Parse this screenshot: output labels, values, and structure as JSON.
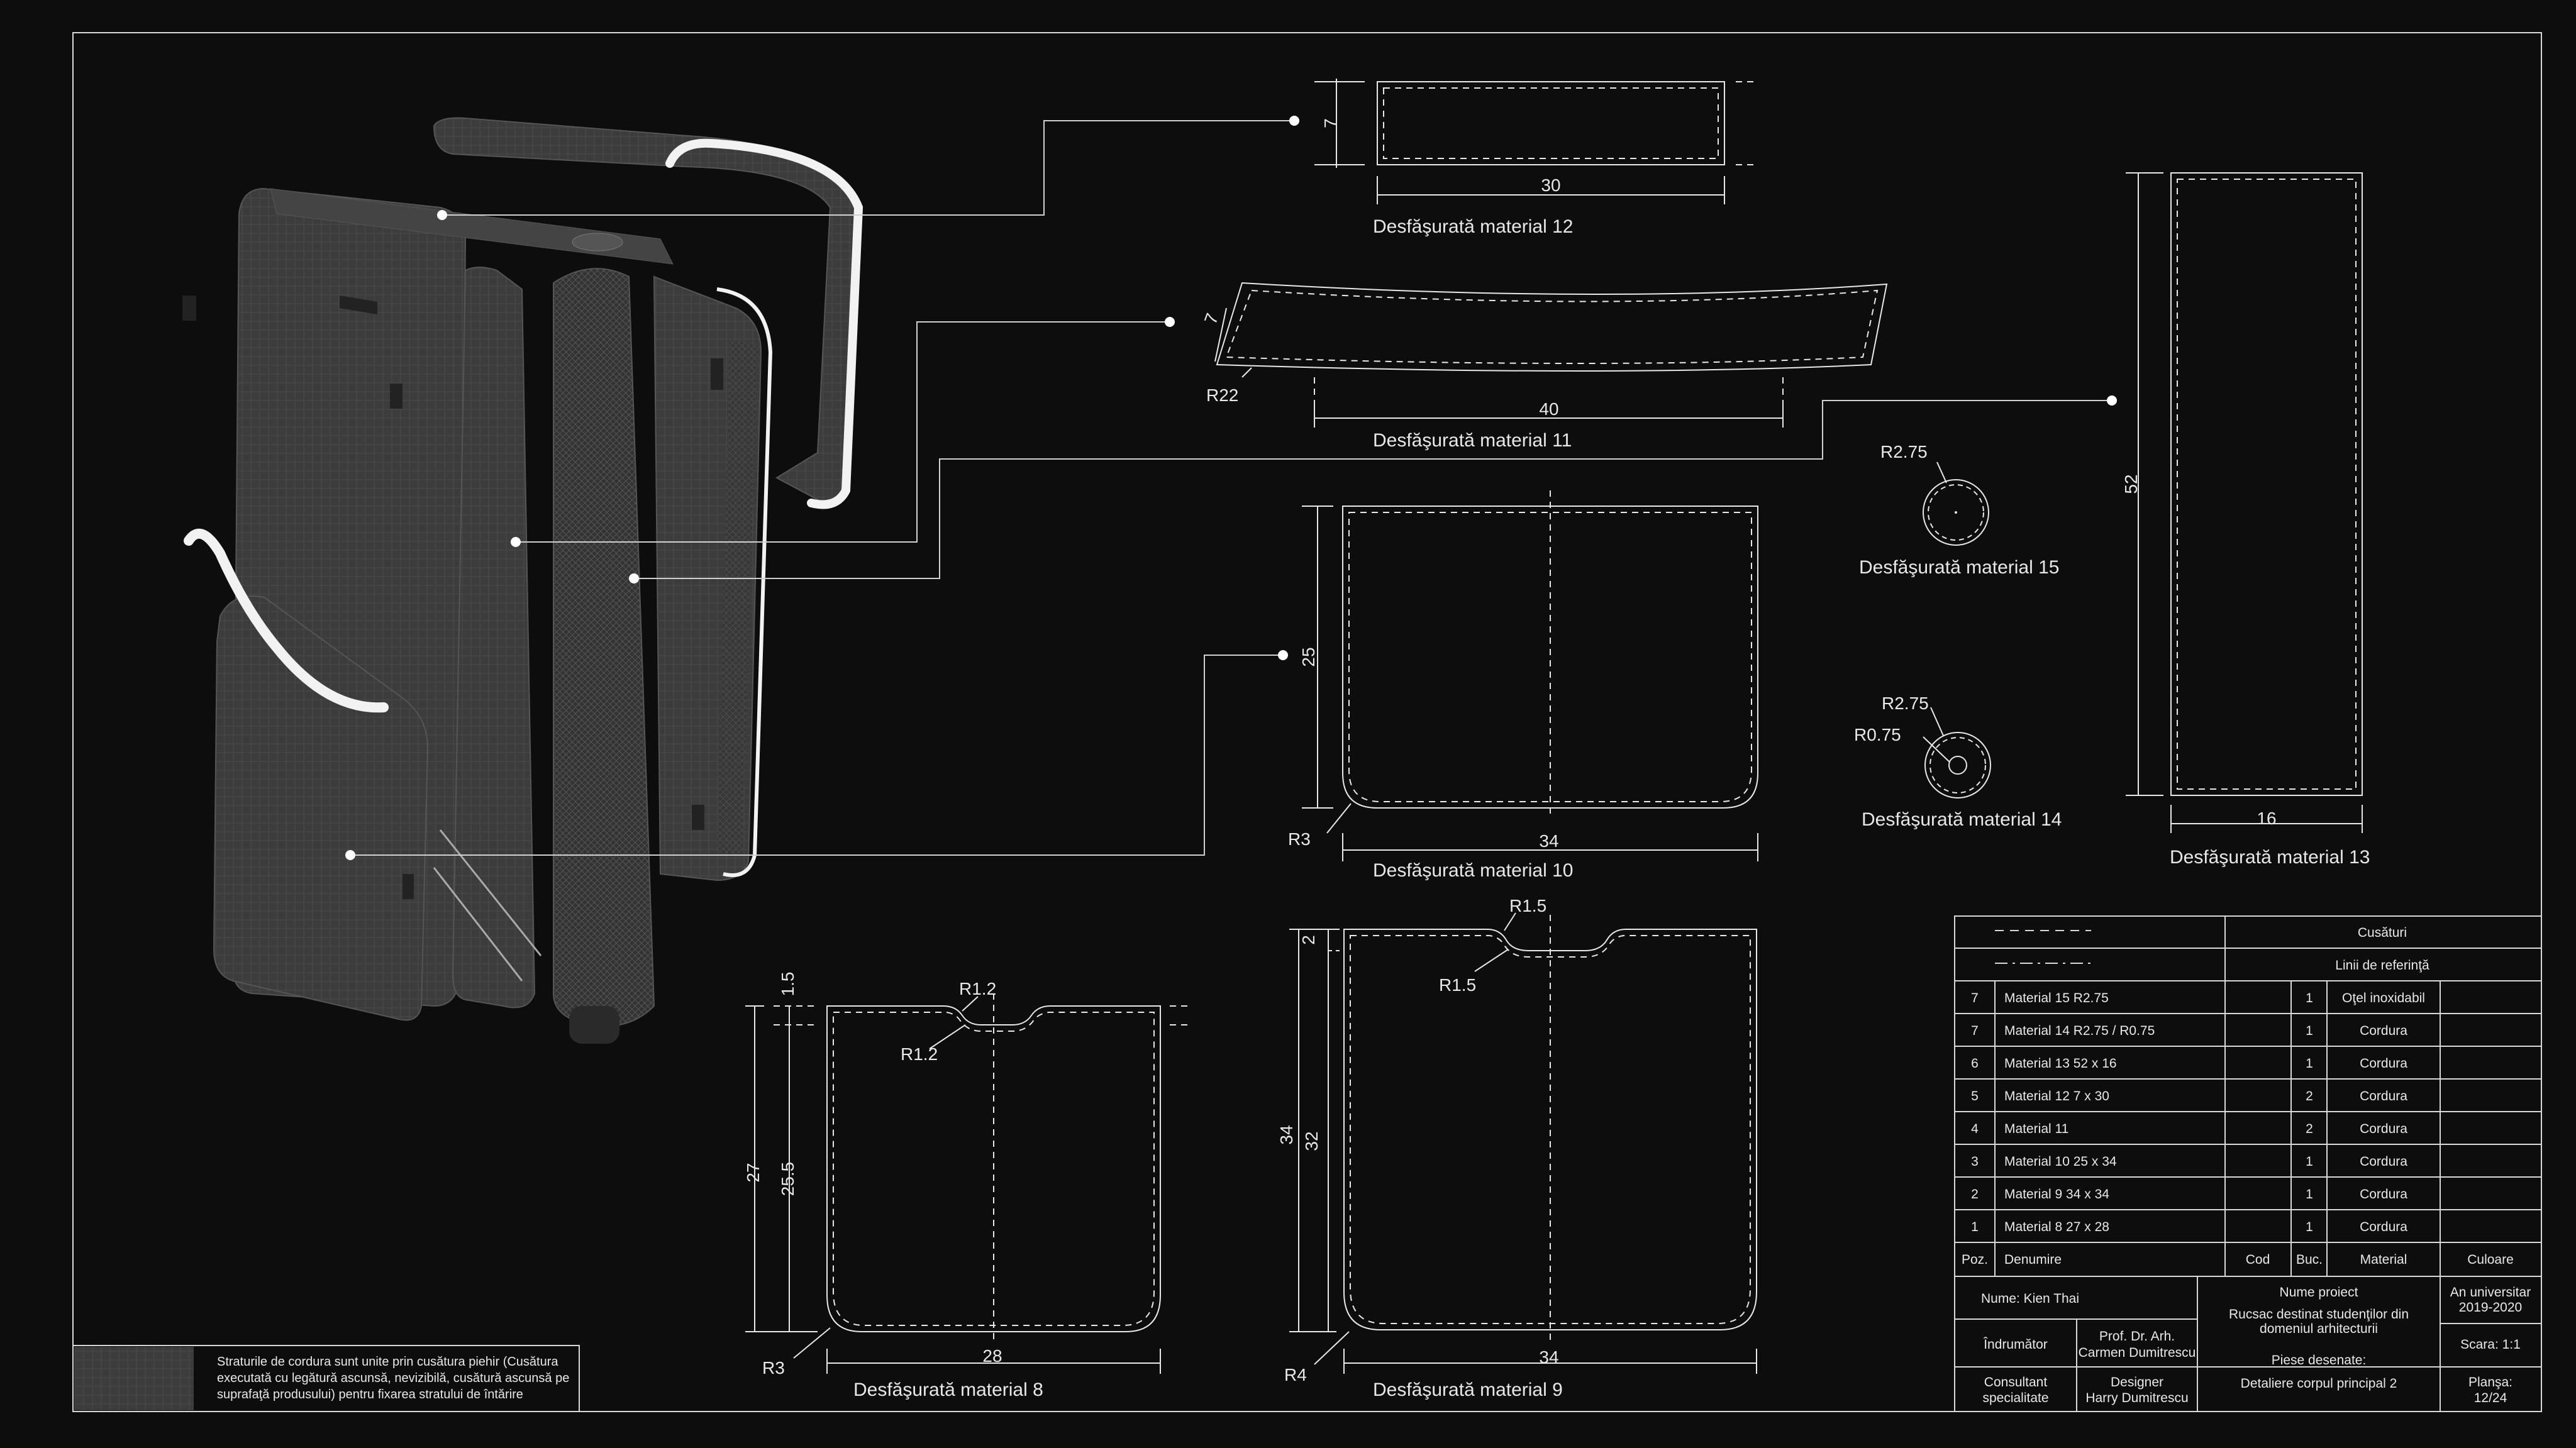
{
  "colors": {
    "background": "#0d0d0d",
    "line": "#e8e8e8",
    "model": "#3a3a3a",
    "accent": "#ffffff"
  },
  "pieces": {
    "m12": {
      "title": "Desfăşurată material 12",
      "w": "30",
      "h": "7"
    },
    "m11": {
      "title": "Desfăşurată material 11",
      "w": "40",
      "h": "7",
      "r": "R22"
    },
    "m10": {
      "title": "Desfăşurată material 10",
      "w": "34",
      "h": "25",
      "r": "R3"
    },
    "m15": {
      "title": "Desfăşurată material 15",
      "r": "R2.75"
    },
    "m14": {
      "title": "Desfăşurată material 14",
      "r1": "R2.75",
      "r2": "R0.75"
    },
    "m13": {
      "title": "Desfăşurată material 13",
      "w": "16",
      "h": "52"
    },
    "m8": {
      "title": "Desfăşurată material 8",
      "w": "28",
      "h": "27",
      "h2": "25.5",
      "top": "1.5",
      "r1": "R1.2",
      "r2": "R1.2",
      "r": "R3"
    },
    "m9": {
      "title": "Desfăşurată material 9",
      "w": "34",
      "h": "34",
      "h2": "32",
      "top": "2",
      "r1": "R1.5",
      "r2": "R1.5",
      "r": "R4"
    }
  },
  "note": {
    "lines": [
      "Straturile de cordura sunt unite prin cusătura piehir (Cusătura",
      "executată cu legătură ascunsă, nevizibilă, cusătură ascunsă pe",
      "suprafaţă produsului) pentru fixarea stratului de întărire"
    ]
  },
  "legend": {
    "seams": "Cusături",
    "reference": "Linii de referinţă"
  },
  "parts_table": {
    "headers": {
      "poz": "Poz.",
      "name": "Denumire",
      "code": "Cod",
      "qty": "Buc.",
      "material": "Material",
      "color": "Culoare"
    },
    "rows": [
      {
        "poz": "7",
        "name": "Material 15 R2.75",
        "qty": "1",
        "material": "Oţel inoxidabil"
      },
      {
        "poz": "7",
        "name": "Material 14 R2.75 / R0.75",
        "qty": "1",
        "material": "Cordura"
      },
      {
        "poz": "6",
        "name": "Material 13 52 x 16",
        "qty": "1",
        "material": "Cordura"
      },
      {
        "poz": "5",
        "name": "Material 12 7 x 30",
        "qty": "2",
        "material": "Cordura"
      },
      {
        "poz": "4",
        "name": "Material 11",
        "qty": "2",
        "material": "Cordura"
      },
      {
        "poz": "3",
        "name": "Material 10 25 x 34",
        "qty": "1",
        "material": "Cordura"
      },
      {
        "poz": "2",
        "name": "Material 9 34 x 34",
        "qty": "1",
        "material": "Cordura"
      },
      {
        "poz": "1",
        "name": "Material 8 27 x 28",
        "qty": "1",
        "material": "Cordura"
      }
    ]
  },
  "title_block": {
    "author": "Nume: Kien Thai",
    "project_label": "Nume proiect",
    "project_1": "Rucsac destinat studenţilor din",
    "project_2": "domeniul arhitecturii",
    "year_1": "An universitar",
    "year_2": "2019-2020",
    "advisor_label": "Îndrumător",
    "advisor_1": "Prof. Dr. Arh.",
    "advisor_2": "Carmen Dumitrescu",
    "drawn_label": "Piese desenate:",
    "drawn_value": "Detaliere corpul principal 2",
    "scale": "Scara: 1:1",
    "consultant_1": "Consultant",
    "consultant_2": "specialitate",
    "designer_1": "Designer",
    "designer_2": "Harry Dumitrescu",
    "sheet_1": "Planşa:",
    "sheet_2": "12/24"
  }
}
